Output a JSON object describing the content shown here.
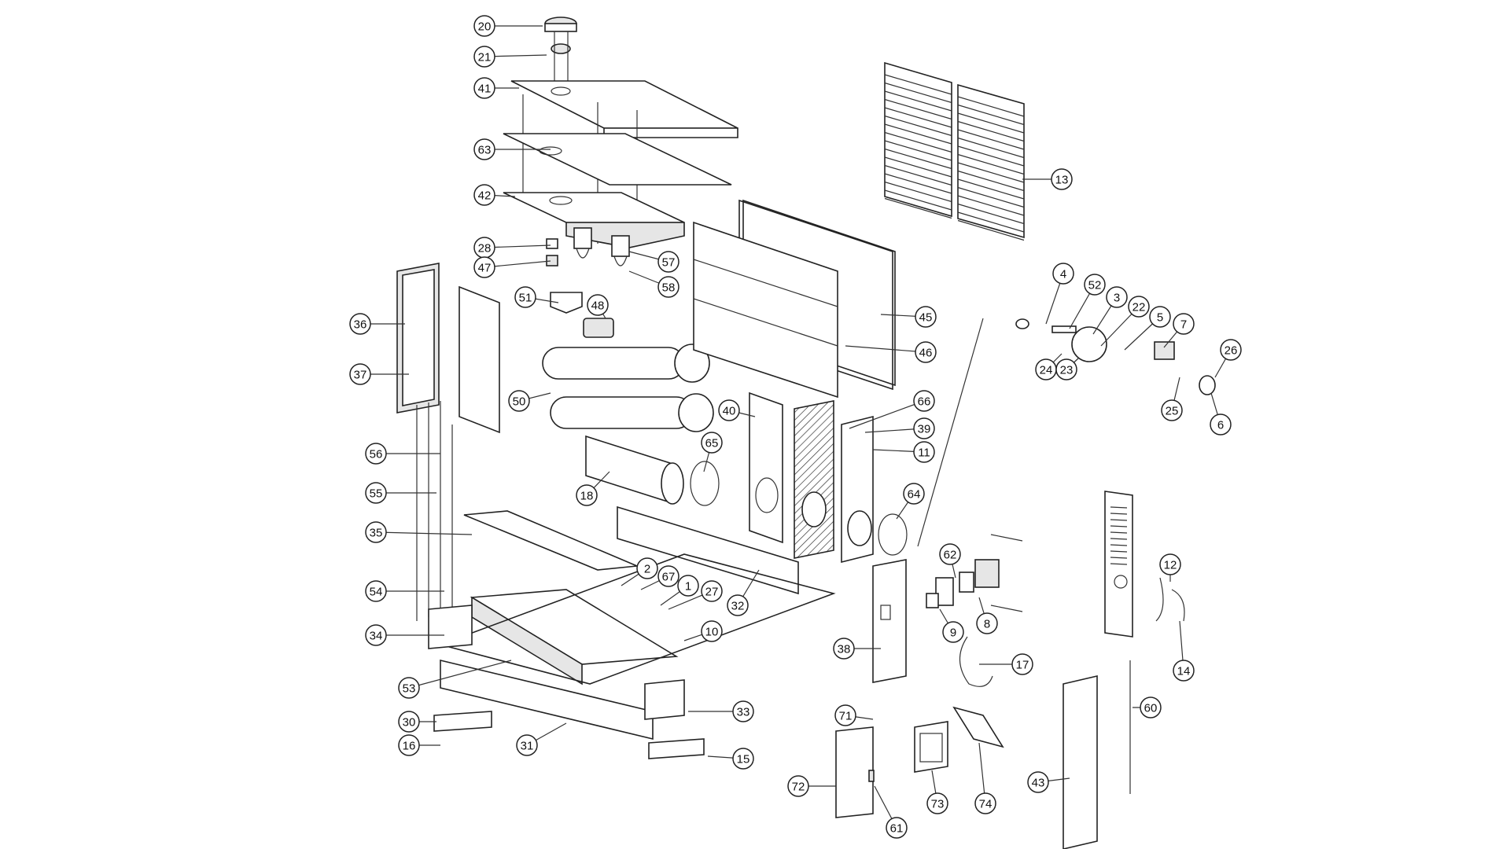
{
  "callouts": [
    {
      "label": "20"
    },
    {
      "label": "21"
    },
    {
      "label": "41"
    },
    {
      "label": "63"
    },
    {
      "label": "42"
    },
    {
      "label": "28"
    },
    {
      "label": "47"
    },
    {
      "label": "57"
    },
    {
      "label": "58"
    },
    {
      "label": "51"
    },
    {
      "label": "48"
    },
    {
      "label": "36"
    },
    {
      "label": "37"
    },
    {
      "label": "50"
    },
    {
      "label": "18"
    },
    {
      "label": "56"
    },
    {
      "label": "55"
    },
    {
      "label": "35"
    },
    {
      "label": "54"
    },
    {
      "label": "34"
    },
    {
      "label": "53"
    },
    {
      "label": "30"
    },
    {
      "label": "16"
    },
    {
      "label": "31"
    },
    {
      "label": "2"
    },
    {
      "label": "67"
    },
    {
      "label": "1"
    },
    {
      "label": "27"
    },
    {
      "label": "10"
    },
    {
      "label": "33"
    },
    {
      "label": "15"
    },
    {
      "label": "32"
    },
    {
      "label": "65"
    },
    {
      "label": "40"
    },
    {
      "label": "66"
    },
    {
      "label": "39"
    },
    {
      "label": "11"
    },
    {
      "label": "64"
    },
    {
      "label": "45"
    },
    {
      "label": "46"
    },
    {
      "label": "13"
    },
    {
      "label": "4"
    },
    {
      "label": "52"
    },
    {
      "label": "3"
    },
    {
      "label": "22"
    },
    {
      "label": "5"
    },
    {
      "label": "7"
    },
    {
      "label": "26"
    },
    {
      "label": "24"
    },
    {
      "label": "23"
    },
    {
      "label": "25"
    },
    {
      "label": "6"
    },
    {
      "label": "62"
    },
    {
      "label": "9"
    },
    {
      "label": "8"
    },
    {
      "label": "38"
    },
    {
      "label": "17"
    },
    {
      "label": "71"
    },
    {
      "label": "72"
    },
    {
      "label": "73"
    },
    {
      "label": "74"
    },
    {
      "label": "61"
    },
    {
      "label": "12"
    },
    {
      "label": "14"
    },
    {
      "label": "60"
    },
    {
      "label": "43"
    }
  ]
}
